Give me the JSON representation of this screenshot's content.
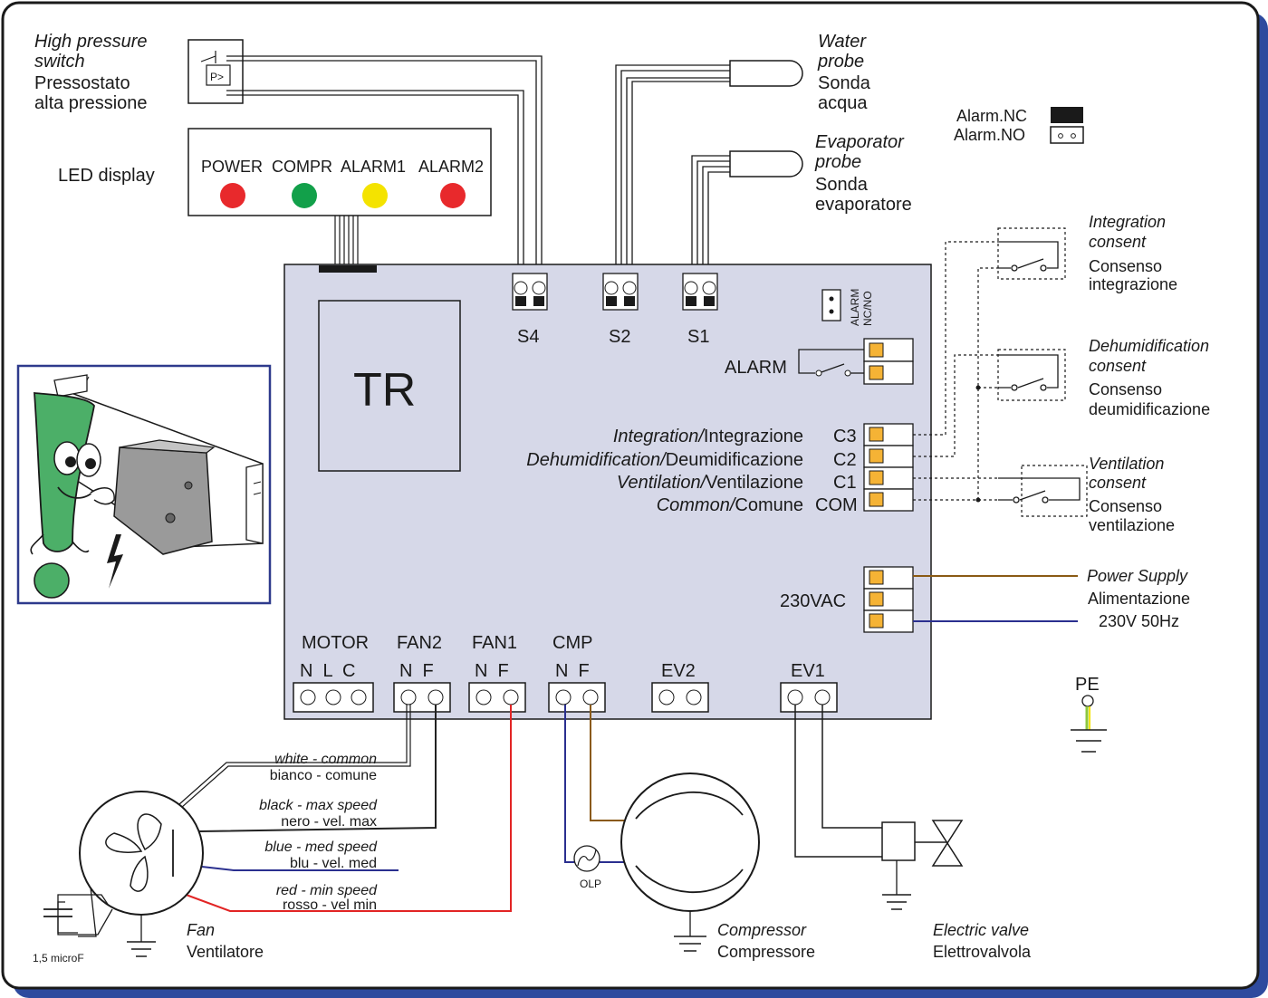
{
  "colors": {
    "board_fill": "#d6d8e8",
    "frame_shadow": "#2e4a9e",
    "inset_border": "#2e3a8c",
    "terminal_orange": "#f5b335",
    "led_red": "#e8292c",
    "led_green": "#12a04a",
    "led_yellow": "#f4e300",
    "wire_brown": "#8a5a14",
    "wire_blue": "#2a2f8f",
    "wire_red": "#e22424",
    "wire_black": "#222222",
    "pe_green_yellow": "#8cc63f"
  },
  "hp_switch": {
    "en": "High pressure switch",
    "en1": "High pressure",
    "en2": "switch",
    "it1": "Pressostato",
    "it2": "alta pressione",
    "icon": "pressure-switch-icon",
    "symbol": "P>"
  },
  "led_display": {
    "label": "LED display",
    "leds": [
      {
        "label": "POWER",
        "color": "red"
      },
      {
        "label": "COMPR",
        "color": "green"
      },
      {
        "label": "ALARM1",
        "color": "yellow"
      },
      {
        "label": "ALARM2",
        "color": "red"
      }
    ]
  },
  "probes": {
    "water": {
      "en1": "Water",
      "en2": "probe",
      "it1": "Sonda",
      "it2": "acqua"
    },
    "evap": {
      "en1": "Evaporator",
      "en2": "probe",
      "it1": "Sonda",
      "it2": "evaporatore"
    }
  },
  "alarm_legend": {
    "nc": "Alarm.NC",
    "no": "Alarm.NO"
  },
  "board": {
    "tr": "TR",
    "sensor_terminals": [
      "S4",
      "S2",
      "S1"
    ],
    "jumper_label1": "ALARM",
    "jumper_label2": "NC/NO",
    "alarm_label": "ALARM",
    "inputs": [
      {
        "it_en": "Integration/",
        "it_it": "Integrazione",
        "code": "C3"
      },
      {
        "it_en": "Dehumidification/",
        "it_it": "Deumidificazione",
        "code": "C2"
      },
      {
        "it_en": "Ventilation/",
        "it_it": "Ventilazione",
        "code": "C1"
      },
      {
        "it_en": "Common/",
        "it_it": "Comune",
        "code": "COM"
      }
    ],
    "power_label": "230VAC",
    "outputs": [
      {
        "name": "MOTOR",
        "pins": "N  L  C"
      },
      {
        "name": "FAN2",
        "pins": "N  F"
      },
      {
        "name": "FAN1",
        "pins": "N  F"
      },
      {
        "name": "CMP",
        "pins": "N  F"
      },
      {
        "name": "EV2",
        "pins": ""
      },
      {
        "name": "EV1",
        "pins": ""
      }
    ]
  },
  "consents": [
    {
      "en1": "Integration",
      "en2": "consent",
      "it1": "Consenso",
      "it2": "integrazione"
    },
    {
      "en1": "Dehumidification",
      "en2": "consent",
      "it1": "Consenso",
      "it2": "deumidificazione"
    },
    {
      "en1": "Ventilation",
      "en2": "consent",
      "it1": "Consenso",
      "it2": "ventilazione"
    }
  ],
  "power_supply": {
    "en": "Power Supply",
    "it": "Alimentazione",
    "spec": "230V 50Hz"
  },
  "pe": "PE",
  "fan_wires": [
    {
      "en": "white - common",
      "it": "bianco - comune"
    },
    {
      "en": "black - max speed",
      "it": "nero - vel. max"
    },
    {
      "en": "blue - med speed",
      "it": "blu - vel. med"
    },
    {
      "en": "red - min speed",
      "it": "rosso - vel min"
    }
  ],
  "fan": {
    "en": "Fan",
    "it": "Ventilatore",
    "capacitor": "1,5 microF"
  },
  "olp": "OLP",
  "compressor": {
    "en": "Compressor",
    "it": "Compressore"
  },
  "valve": {
    "en": "Electric valve",
    "it": "Elettrovalvola"
  },
  "warning_icon": "warning-mascot-icon"
}
